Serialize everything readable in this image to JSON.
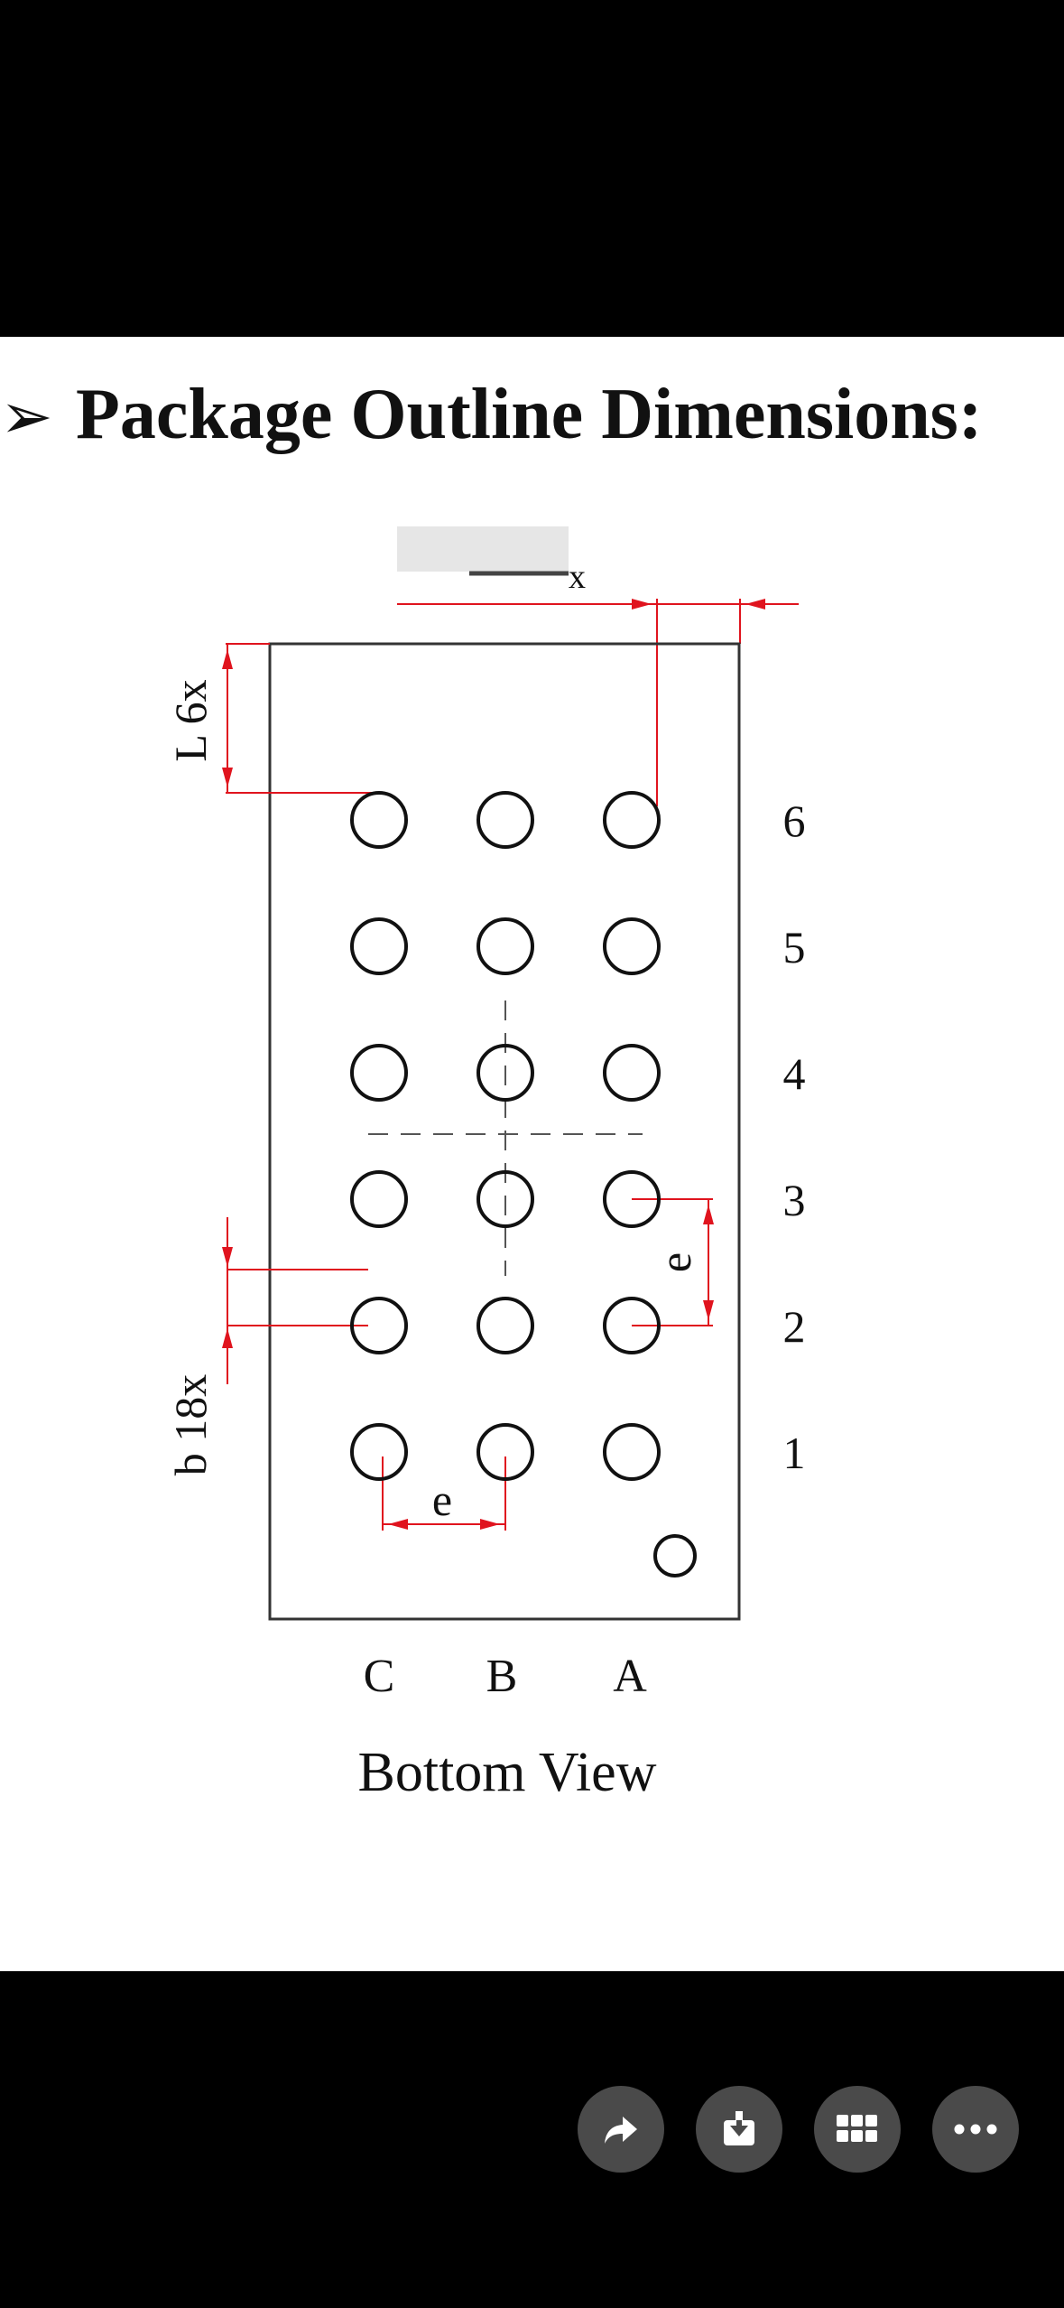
{
  "heading": {
    "bullet": "➢",
    "text": "Package Outline Dimensions:"
  },
  "diagram": {
    "top_dim_label": "x",
    "left_labels": {
      "l": "L 6x",
      "b": "b 18x"
    },
    "pitch_label_vertical": "e",
    "pitch_label_horizontal": "e",
    "row_labels": [
      "6",
      "5",
      "4",
      "3",
      "2",
      "1"
    ],
    "column_labels": [
      "C",
      "B",
      "A"
    ],
    "caption": "Bottom View"
  },
  "toolbar": {
    "buttons": [
      {
        "icon": "share-icon"
      },
      {
        "icon": "download-icon"
      },
      {
        "icon": "grid-icon"
      },
      {
        "icon": "more-icon"
      }
    ]
  },
  "colors": {
    "background": "#000000",
    "page": "#ffffff",
    "ink": "#111111",
    "dimension": "#e0141e",
    "button": "#4a4a4a"
  }
}
